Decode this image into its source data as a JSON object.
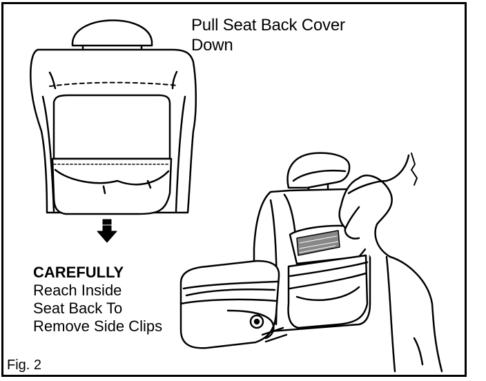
{
  "instruction_top": {
    "line1": "Pull Seat Back Cover",
    "line2": "Down"
  },
  "instruction_bottom": {
    "emphasis": "CAREFULLY",
    "line1": "Reach Inside",
    "line2": "Seat Back To",
    "line3": "Remove Side Clips"
  },
  "figure_label": "Fig. 2",
  "colors": {
    "ink": "#000000",
    "paper": "#ffffff"
  },
  "icons": [
    "down-arrow-icon"
  ]
}
